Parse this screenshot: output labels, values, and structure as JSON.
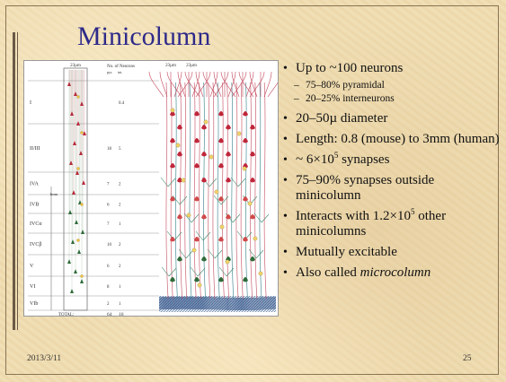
{
  "slide": {
    "title": "Minicolumn",
    "date": "2013/3/11",
    "page_number": "25"
  },
  "figure": {
    "column_width_label": "23µm",
    "count_header": "No. of Neurons",
    "count_subheader_left": "pyr.",
    "count_subheader_right": "int.",
    "scale_label": "1mm",
    "layers": [
      {
        "name": "I",
        "pyr": "",
        "int": "0.4"
      },
      {
        "name": "II/III",
        "pyr": "18",
        "int": "5"
      },
      {
        "name": "IVA",
        "pyr": "7",
        "int": "2"
      },
      {
        "name": "IVB",
        "pyr": "6",
        "int": "2"
      },
      {
        "name": "IVCα",
        "pyr": "7",
        "int": "1"
      },
      {
        "name": "IVCβ",
        "pyr": "10",
        "int": "2"
      },
      {
        "name": "V",
        "pyr": "6",
        "int": "2"
      },
      {
        "name": "VI",
        "pyr": "8",
        "int": "1"
      },
      {
        "name": "VIb",
        "pyr": "2",
        "int": "1"
      }
    ],
    "total_label": "TOTAL:",
    "total_pyr": "64",
    "total_int": "16"
  },
  "bullets": [
    {
      "id": "neurons",
      "text": "Up to ~100 neurons"
    },
    {
      "id": "pyramidal",
      "text": "75–80% pyramidal",
      "sub": true
    },
    {
      "id": "interneurons",
      "text": "20–25% interneurons",
      "sub": true
    },
    {
      "id": "diameter",
      "text": "20–50µ diameter"
    },
    {
      "id": "length",
      "text": "Length: 0.8 (mouse) to 3mm (human)"
    },
    {
      "id": "synapses",
      "pre": "~ 6×10",
      "sup": "5",
      "post": " synapses"
    },
    {
      "id": "outside",
      "text": "75–90% synapses outside minicolumn"
    },
    {
      "id": "interacts",
      "pre": "Interacts with 1.2×10",
      "sup": "5",
      "post": " other minicolumns"
    },
    {
      "id": "excitable",
      "text": "Mutually excitable"
    },
    {
      "id": "alias",
      "pre": "Also called ",
      "italic": "microcolumn"
    }
  ]
}
